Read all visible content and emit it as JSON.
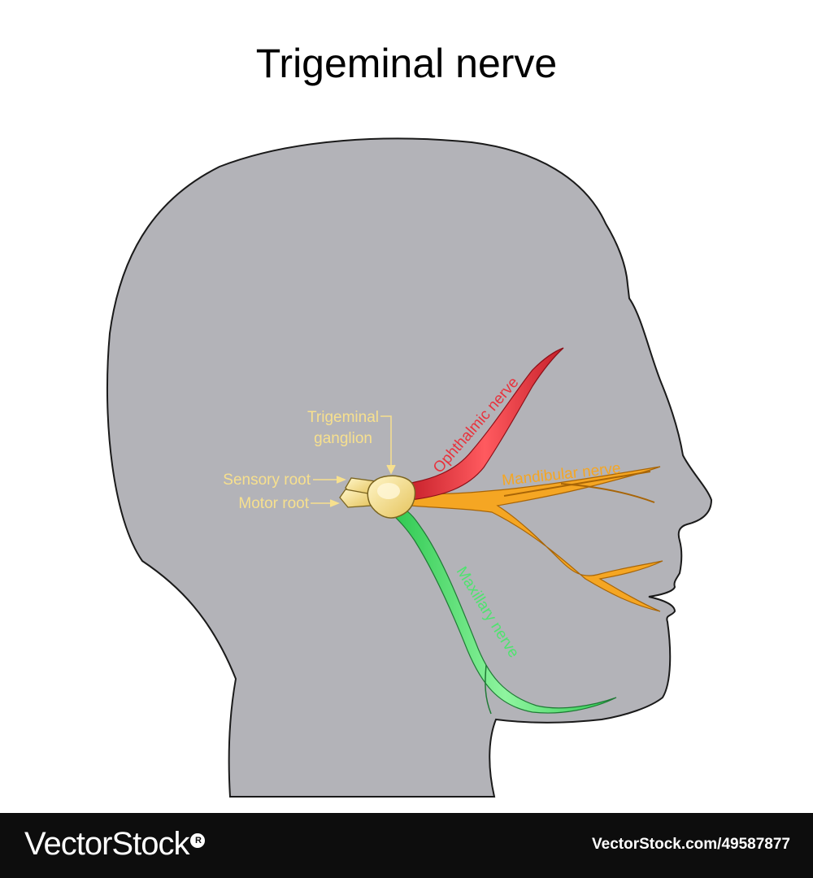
{
  "title": "Trigeminal nerve",
  "labels": {
    "ganglion_line1": "Trigeminal",
    "ganglion_line2": "ganglion",
    "sensory_root": "Sensory root",
    "motor_root": "Motor root",
    "ophthalmic": "Ophthalmic nerve",
    "mandibular": "Mandibular nerve",
    "maxillary": "Maxillary nerve"
  },
  "colors": {
    "head": "#b3b3b8",
    "ophthalmic": "#e8333d",
    "mandibular": "#f5a623",
    "maxillary": "#4fe36f",
    "ganglion": "#f7e08e",
    "label_yellow": "#f7e08e"
  },
  "footer": {
    "logo": "VectorStock",
    "credit": "VectorStock.com/49587877"
  }
}
